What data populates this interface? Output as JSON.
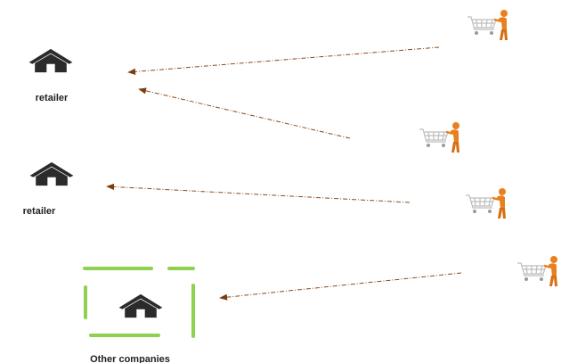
{
  "nodes": {
    "retailer_1": {
      "label": "retailer",
      "icon": "house-icon"
    },
    "retailer_2": {
      "label": "retailer",
      "icon": "house-icon"
    },
    "other_companies": {
      "label": "Other companies",
      "icon": "house-icon"
    }
  },
  "shoppers": [
    {
      "icon": "shopper-with-cart-icon"
    },
    {
      "icon": "shopper-with-cart-icon"
    },
    {
      "icon": "shopper-with-cart-icon"
    },
    {
      "icon": "shopper-with-cart-icon"
    }
  ],
  "colors": {
    "house": "#2b2b2b",
    "arrow": "#8a4a1c",
    "arrowhead": "#7a3d10",
    "frame": "#8fd14f",
    "shopper_body": "#e8801e",
    "cart": "#c9c9c9"
  }
}
